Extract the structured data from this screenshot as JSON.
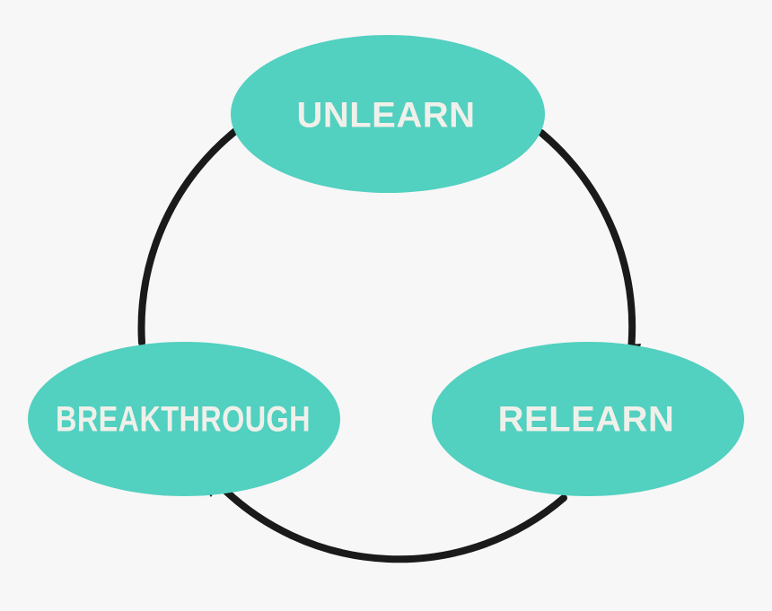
{
  "colors": {
    "background": "#f7f7f7",
    "node_fill": "#52d0c0",
    "label_text": "#f0f0ea",
    "arrow": "#1a1a1a"
  },
  "nodes": [
    {
      "id": "unlearn",
      "label": "UNLEARN"
    },
    {
      "id": "relearn",
      "label": "RELEARN"
    },
    {
      "id": "breakthrough",
      "label": "BREAKTHROUGH"
    }
  ],
  "edges": [
    {
      "from": "unlearn",
      "to": "relearn"
    },
    {
      "from": "relearn",
      "to": "breakthrough"
    },
    {
      "from": "breakthrough",
      "to": "unlearn"
    }
  ]
}
